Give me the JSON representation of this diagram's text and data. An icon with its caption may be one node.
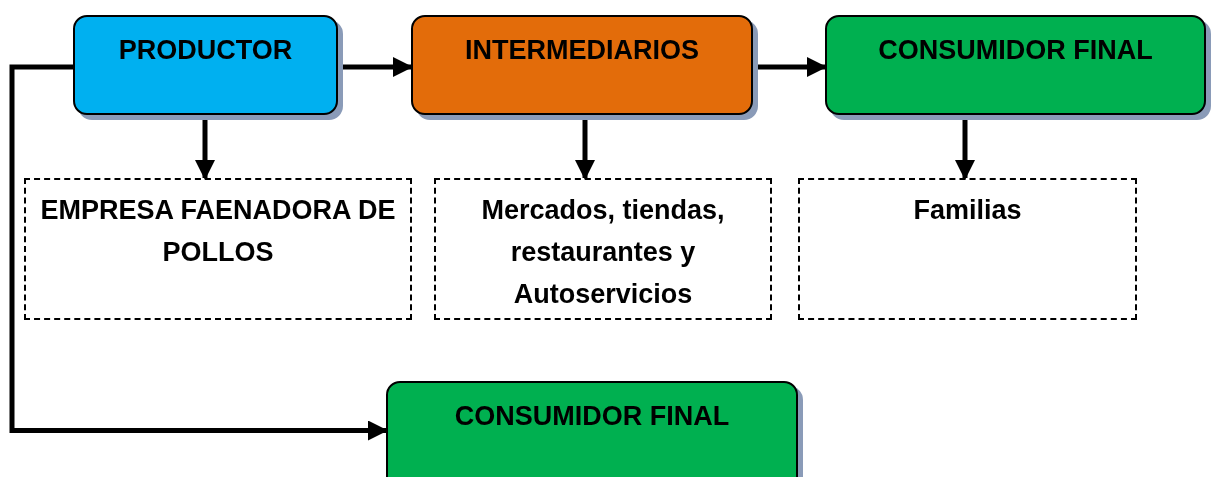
{
  "diagram": {
    "nodes": [
      {
        "text": [
          "PRODUCTOR"
        ]
      },
      {
        "text": [
          "INTERMEDIARIOS"
        ]
      },
      {
        "text": [
          "CONSUMIDOR FINAL"
        ]
      },
      {
        "text": [
          "EMPRESA FAENADORA DE POLLOS"
        ]
      },
      {
        "text": [
          "Mercados, tiendas, restaurantes  y Autoservicios"
        ]
      },
      {
        "text": [
          "Familias"
        ]
      },
      {
        "text": [
          "CONSUMIDOR FINAL"
        ]
      }
    ],
    "edges": [
      {
        "from": 0,
        "to": 1,
        "arrow": "to"
      },
      {
        "from": 1,
        "to": 2,
        "arrow": "to"
      },
      {
        "from": 0,
        "to": 3,
        "arrow": "to"
      },
      {
        "from": 1,
        "to": 4,
        "arrow": "to"
      },
      {
        "from": 2,
        "to": 5,
        "arrow": "to"
      },
      {
        "from": 0,
        "to": 6,
        "arrow": "to"
      }
    ]
  }
}
